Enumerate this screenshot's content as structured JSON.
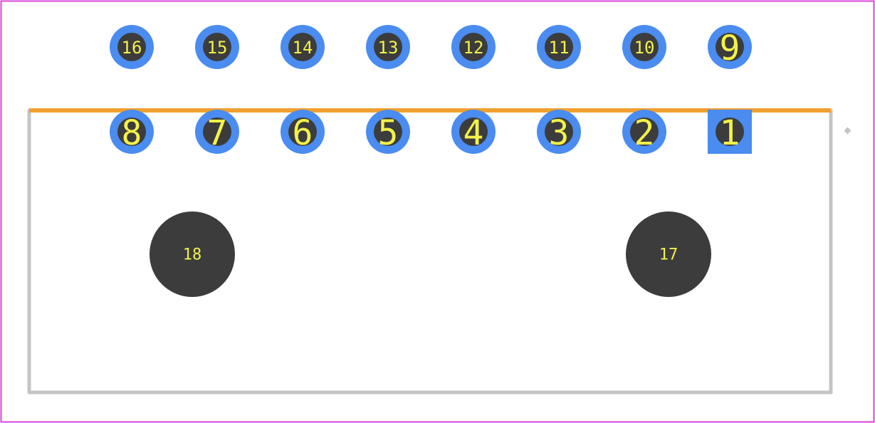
{
  "colors": {
    "frame": "#d946d9",
    "outline": "#c4c4c4",
    "edge_mark": "#f0a030",
    "pad": "#4a8cf0",
    "hole": "#3c3c3c",
    "label": "#f2f24a"
  },
  "top_row_pads": [
    {
      "label": "16"
    },
    {
      "label": "15"
    },
    {
      "label": "14"
    },
    {
      "label": "13"
    },
    {
      "label": "12"
    },
    {
      "label": "11"
    },
    {
      "label": "10"
    },
    {
      "label": "9"
    }
  ],
  "bottom_row_pads": [
    {
      "label": "8"
    },
    {
      "label": "7"
    },
    {
      "label": "6"
    },
    {
      "label": "5"
    },
    {
      "label": "4"
    },
    {
      "label": "3"
    },
    {
      "label": "2"
    },
    {
      "label": "1",
      "shape": "square"
    }
  ],
  "mounting_holes": [
    {
      "label": "18"
    },
    {
      "label": "17"
    }
  ]
}
